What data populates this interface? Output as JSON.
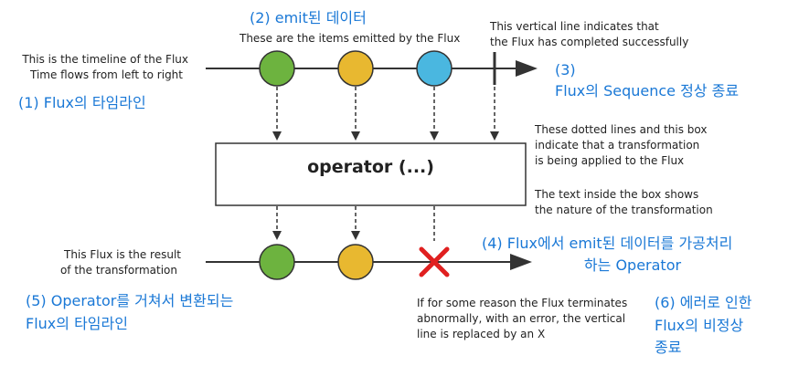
{
  "colors": {
    "marble_green": "#6db33f",
    "marble_yellow": "#e8b830",
    "marble_blue": "#4ab7e0",
    "error_x": "#e02020",
    "label_blue": "#1a78d6",
    "line": "#333333"
  },
  "operator_box": {
    "label": "operator (...)"
  },
  "annotations": {
    "emitted_title": "(2) emit된 데이터",
    "emitted_desc": "These are the items emitted by the Flux",
    "timeline_desc_1": "This is the timeline of the Flux",
    "timeline_desc_2": "Time flows from left to right",
    "timeline_title": "(1) Flux의 타임라인",
    "complete_desc_1": "This vertical line indicates that",
    "complete_desc_2": "the Flux has completed successfully",
    "complete_title_1": "(3)",
    "complete_title_2": "Flux의 Sequence 정상 종료",
    "transform_desc_1": "These dotted lines and this box",
    "transform_desc_2": "indicate that a transformation",
    "transform_desc_3": "is being applied to the Flux",
    "box_desc_1": "The text inside the box shows",
    "box_desc_2": "the nature of the transformation",
    "operator_title_1": "(4) Flux에서 emit된 데이터를 가공처리",
    "operator_title_2": "하는 Operator",
    "result_desc_1": "This Flux is the result",
    "result_desc_2": "of the transformation",
    "result_title_1": "(5) Operator를 거쳐서 변환되는",
    "result_title_2": "Flux의 타임라인",
    "error_desc_1": "If for some reason the Flux terminates",
    "error_desc_2": "abnormally, with an error, the vertical",
    "error_desc_3": "line is replaced by an X",
    "error_title_1": "(6) 에러로 인한",
    "error_title_2": "Flux의 비정상",
    "error_title_3": "종료"
  }
}
